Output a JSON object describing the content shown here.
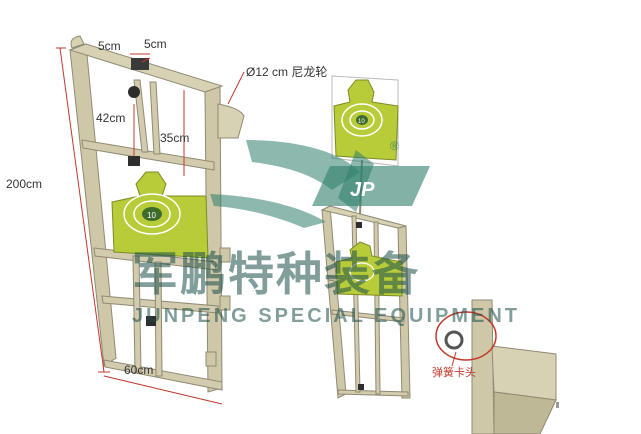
{
  "labels": {
    "dim_top_left": "5cm",
    "dim_top_right": "5cm",
    "dim_wheel": "Ø12 cm  尼龙轮",
    "dim_inner_height": "42cm",
    "dim_right_height": "35cm",
    "dim_total_height": "200cm",
    "dim_width": "60cm",
    "spring_label": "弹簧卡头",
    "target_score": "10",
    "target_score_small": "10"
  },
  "watermark": {
    "brand_cn": "军鹏特种装备",
    "brand_en": "JUNPENG SPECIAL EQUIPMENT",
    "logo_text": "JP",
    "registered": "®"
  },
  "colors": {
    "frame": "#c8c0a0",
    "frame_dark": "#8f8a72",
    "target_green": "#b8cc3a",
    "target_dark": "#3d6b2c",
    "dim_red": "#c0392b",
    "watermark": "#1b4f4a"
  }
}
